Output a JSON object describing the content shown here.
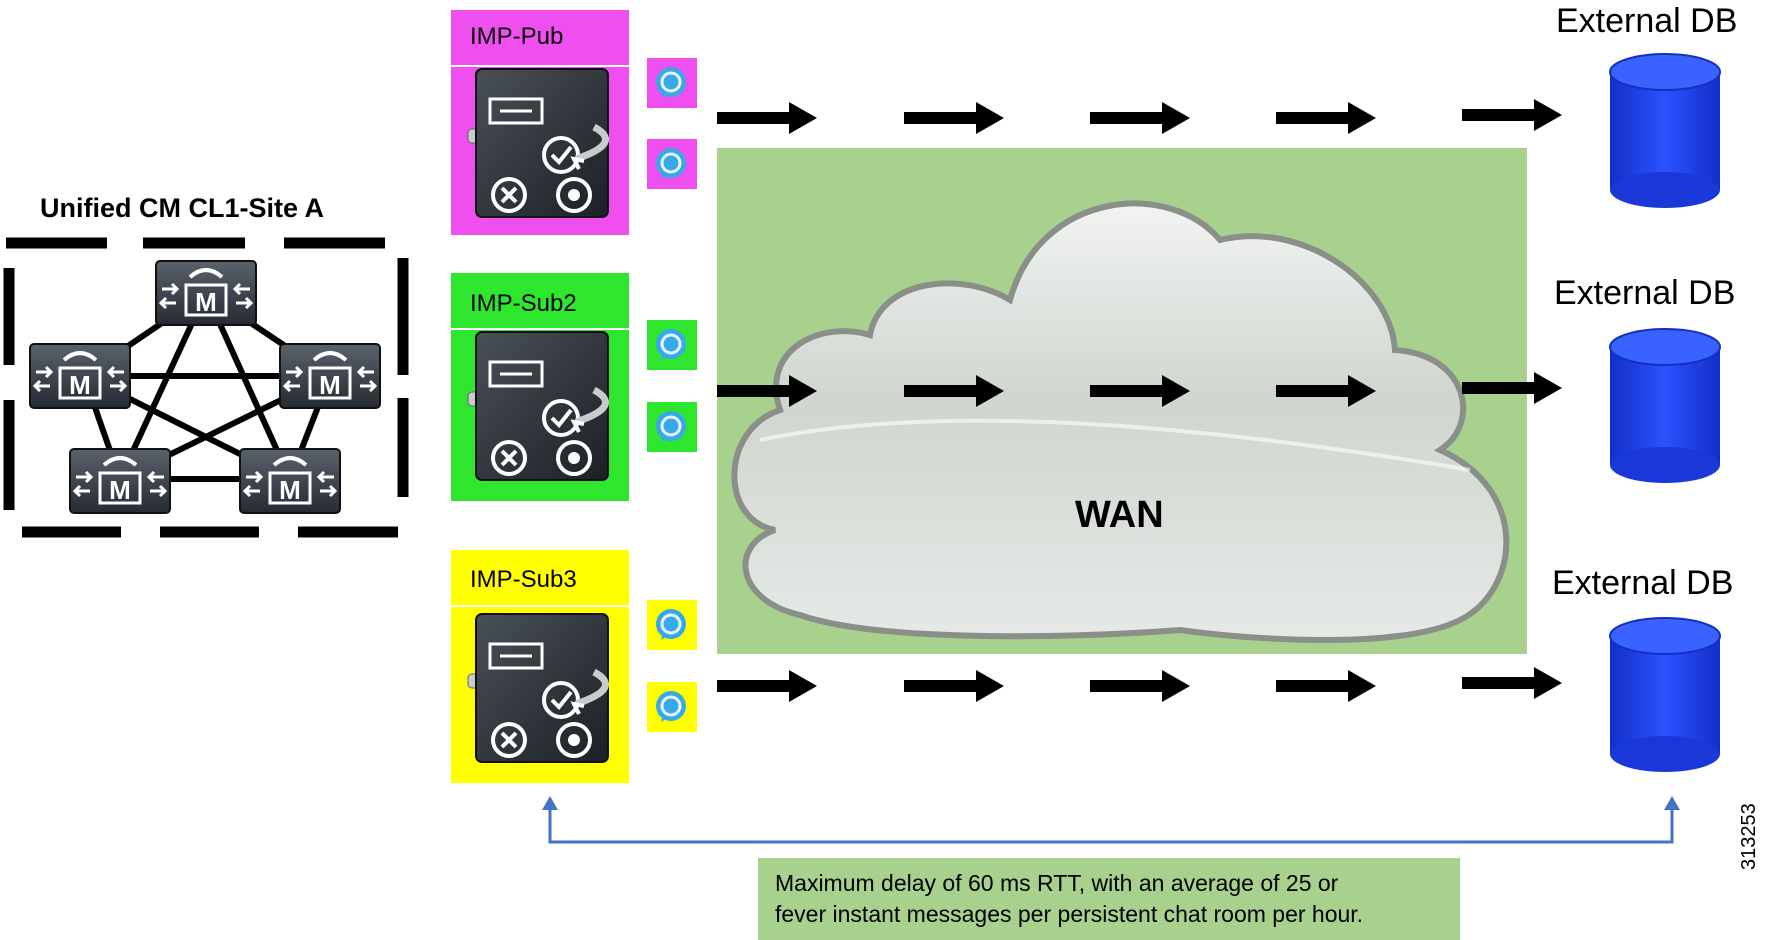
{
  "site": {
    "title": "Unified CM CL1-Site A"
  },
  "servers": [
    {
      "label": "IMP-Pub",
      "color": "#f04ff0"
    },
    {
      "label": "IMP-Sub2",
      "color": "#2ee62e"
    },
    {
      "label": "IMP-Sub3",
      "color": "#ffff00"
    }
  ],
  "wan": {
    "label": "WAN",
    "background": "#a9d18e"
  },
  "databases": [
    {
      "label": "External DB"
    },
    {
      "label": "External DB"
    },
    {
      "label": "External DB"
    }
  ],
  "note": {
    "line1": "Maximum delay of 60 ms RTT, with an average of 25 or",
    "line2": "fever instant messages per persistent chat room per hour."
  },
  "figure_id": "313253",
  "colors": {
    "db_blue": "#1a3fe0",
    "connector_blue": "#4472c4",
    "router_dark": "#2a3038"
  }
}
